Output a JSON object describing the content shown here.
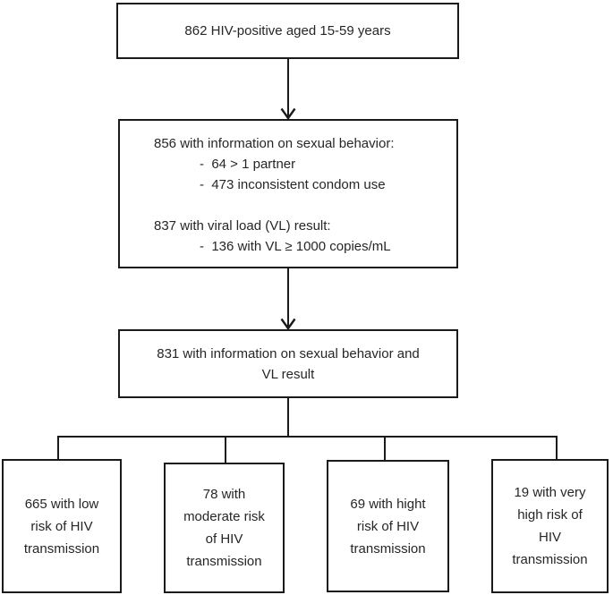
{
  "flowchart": {
    "top_box": {
      "text": "862 HIV-positive aged 15-59 years"
    },
    "behavior_box": {
      "line1": "856 with information on sexual behavior:",
      "bullet1": "-  64 > 1 partner",
      "bullet2": "-  473 inconsistent condom use",
      "line2": "837 with viral load (VL) result:",
      "bullet3": "-  136 with VL ≥ 1000 copies/mL"
    },
    "combined_box": {
      "text": "831 with information on sexual behavior and\nVL result"
    },
    "outcome_boxes": [
      {
        "text": "665 with low\nrisk of HIV\ntransmission"
      },
      {
        "text": "78 with\nmoderate risk\nof HIV\ntransmission"
      },
      {
        "text": "69 with hight\nrisk of HIV\ntransmission"
      },
      {
        "text": "19 with very\nhigh risk of\nHIV\ntransmission"
      }
    ]
  },
  "colors": {
    "line": "#1a1a1a",
    "text": "#262626",
    "background": "#ffffff"
  }
}
